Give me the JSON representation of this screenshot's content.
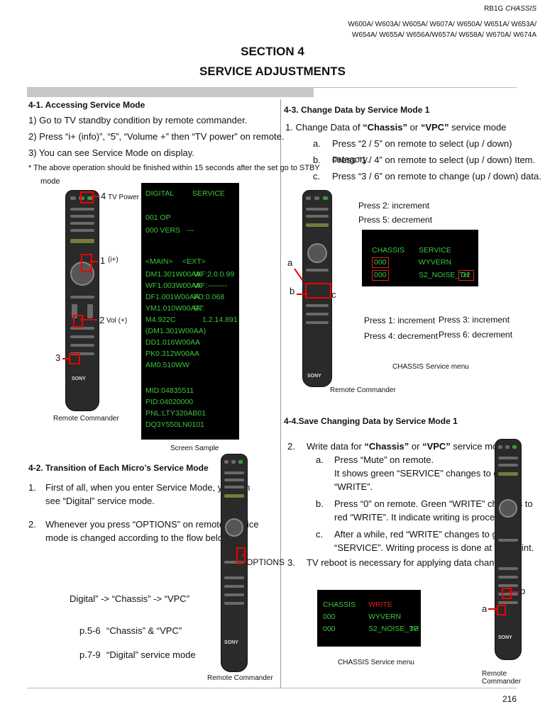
{
  "header": {
    "chassis_prefix": "RB1G ",
    "chassis_suffix": "CHASSIS",
    "models_line1": "W600A/ W603A/ W605A/ W607A/ W650A/ W651A/ W653A/",
    "models_line2": "W654A/ W655A/ W656A/W657A/ W658A/ W670A/ W674A"
  },
  "title": {
    "line1": "SECTION 4",
    "line2": "SERVICE ADJUSTMENTS"
  },
  "s41": {
    "heading": "4-1. Accessing Service Mode",
    "steps": [
      "1)  Go to TV standby condition  by remote commander.",
      "2)  Press “i+ (info)”, “5”, “Volume +” then “TV power” on remote.",
      "3)   You can see Service Mode on display."
    ],
    "note1": "* The above operation should be finished within 15 seconds after   the set go to STBY",
    "note2": "mode",
    "callout_4_num": "4",
    "callout_4_label": "TV Power",
    "callout_1_num": "1",
    "callout_1_label": "(i+)",
    "callout_2_num": "2",
    "callout_2_label": "Vol (+)",
    "callout_3_num": "3",
    "remote_caption": "Remote Commander",
    "screen_caption": "Screen Sample",
    "screen": {
      "l1a": "DIGITAL",
      "l1b": "SERVICE",
      "l2": "001 OP",
      "l3a": "000 VERS",
      "l3b": "---",
      "l4a": "<MAIN>",
      "l4b": "<EXT>",
      "l5a": "DM1.301W00AA",
      "l5b": "WF:2.0.0.99",
      "l6a": "WF1.003W00AA",
      "l6b": "WF:--------",
      "l7a": "DF1.001W00AA",
      "l7b": "FD:0.068",
      "l8a": "YM1.010W00AA",
      "l8b": "BT:",
      "l9a": "M4.922C",
      "l9b": "1.2.14.891",
      "l10": "(DM1.301W00AA)",
      "l11": "DD1.016W00AA",
      "l12": "PK0.312W00AA",
      "l13": "AM0.510WW",
      "l14": "MID:04835511",
      "l15": "PID:04020000",
      "l16": "PNL:LTY320AB01",
      "l17": "DQ3Y550LN0101"
    }
  },
  "s42": {
    "heading": "4-2. Transition of Each Micro’s Service Mode",
    "item1_num": "1.",
    "item1_a": "First of all, when you enter Service Mode,  you can",
    "item1_b": "see “Digital” service mode.",
    "item2_num": "2.",
    "item2_a": "Whenever you press “OPTIONS” on remote, service",
    "item2_b": "mode is changed according to the flow below:",
    "options_label": "OPTIONS",
    "flow": "Digital” -> “Chassis” -> “VPC”",
    "ref1_page": "p.5-6",
    "ref1_text": "“Chassis” & “VPC”",
    "ref2_page": "p.7-9",
    "ref2_text": "“Digital” service mode",
    "remote_caption": "Remote Commander"
  },
  "s43": {
    "heading": "4-3.  Change Data by Service Mode 1",
    "intro_pre": "1.  Change Data of ",
    "intro_b1": "“Chassis”",
    "intro_mid": " or ",
    "intro_b2": "“VPC”",
    "intro_post": " service mode",
    "items": [
      {
        "l": "a.",
        "t": "Press “2 / 5” on remote to select (up / down) category."
      },
      {
        "l": "b.",
        "t": "Press “1 / 4” on remote to select (up / down) Item."
      },
      {
        "l": "c.",
        "t": "Press “3 / 6” on remote to change (up / down) data."
      }
    ],
    "press2": "Press 2: increment",
    "press5": "Press 5: decrement",
    "press1": "Press 1: increment",
    "press4": "Press 4: decrement",
    "press3": "Press 3: increment",
    "press6": "Press 6: decrement",
    "label_a": "a",
    "label_b": "b",
    "label_c": "c",
    "screen": {
      "h1": "CHASSIS",
      "h2": "SERVICE",
      "r1a": "000",
      "r1b": "WYVERN",
      "r2a": "000",
      "r2b": "S2_NOISE_TH",
      "r2c": "32"
    },
    "menu_caption": "CHASSIS Service menu",
    "remote_caption": "Remote Commander"
  },
  "s44": {
    "heading": "4-4.Save Changing Data by Service Mode 1",
    "item2_num": "2.",
    "item2_pre": "Write data for ",
    "item2_b1": "“Chassis”",
    "item2_mid": " or ",
    "item2_b2": "“VPC”",
    "item2_post": " service mode.",
    "a_l": "a.",
    "a1": "Press “Mute” on remote.",
    "a2": "It shows green “SERVICE” changes to  green",
    "a3": "“WRITE”.",
    "b_l": "b.",
    "b1": "Press “0” on remote. Green “WRITE” changes to",
    "b2": "red “WRITE”. It indicate writing is processing.",
    "c_l": "c.",
    "c1": "After a while, red “WRITE” changes to green",
    "c2": "“SERVICE”. Writing process is done at this point.",
    "item3_num": "3.",
    "item3": "TV reboot is necessary for applying data change.",
    "screen": {
      "h1": "CHASSIS",
      "h2": "WRITE",
      "r1a": "000",
      "r1b": "WYVERN",
      "r2a": "000",
      "r2b": "S2_NOISE_TH",
      "r2c": "32"
    },
    "menu_caption": "CHASSIS Service menu",
    "remote_caption": "Remote Commander",
    "label_a": "a",
    "label_b": "b"
  },
  "footer": {
    "page": "216"
  },
  "colors": {
    "screen_text": "#3ec63e",
    "highlight": "#e02020"
  }
}
